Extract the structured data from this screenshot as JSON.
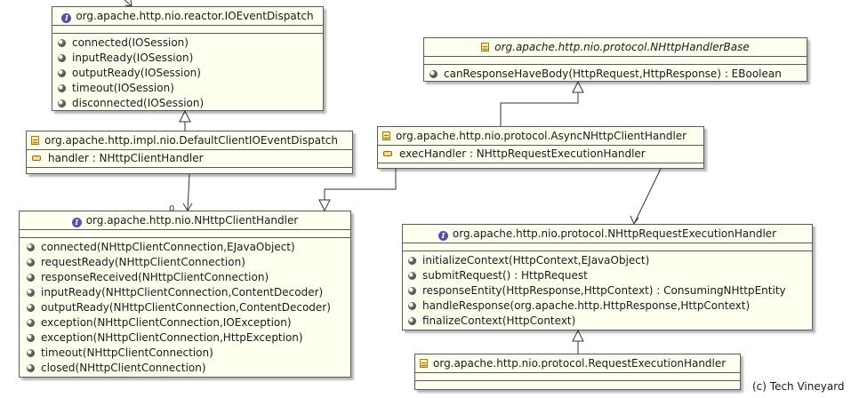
{
  "boxes": {
    "io_event_dispatch": {
      "name": "org.apache.http.nio.reactor.IOEventDispatch",
      "methods": [
        "connected(IOSession)",
        "inputReady(IOSession)",
        "outputReady(IOSession)",
        "timeout(IOSession)",
        "disconnected(IOSession)"
      ]
    },
    "handler_base": {
      "name": "org.apache.http.nio.protocol.NHttpHandlerBase",
      "methods": [
        "canResponseHaveBody(HttpRequest,HttpResponse) : EBoolean"
      ]
    },
    "default_client_dispatch": {
      "name": "org.apache.http.impl.nio.DefaultClientIOEventDispatch",
      "fields": [
        "handler : NHttpClientHandler"
      ]
    },
    "async_client_handler": {
      "name": "org.apache.http.nio.protocol.AsyncNHttpClientHandler",
      "fields": [
        "execHandler : NHttpRequestExecutionHandler"
      ]
    },
    "client_handler": {
      "name": "org.apache.http.nio.NHttpClientHandler",
      "methods": [
        "connected(NHttpClientConnection,EJavaObject)",
        "requestReady(NHttpClientConnection)",
        "responseReceived(NHttpClientConnection)",
        "inputReady(NHttpClientConnection,ContentDecoder)",
        "outputReady(NHttpClientConnection,ContentDecoder)",
        "exception(NHttpClientConnection,IOException)",
        "exception(NHttpClientConnection,HttpException)",
        "timeout(NHttpClientConnection)",
        "closed(NHttpClientConnection)"
      ]
    },
    "request_execution_handler": {
      "name": "org.apache.http.nio.protocol.NHttpRequestExecutionHandler",
      "methods": [
        "initializeContext(HttpContext,EJavaObject)",
        "submitRequest() : HttpRequest",
        "responseEntity(HttpResponse,HttpContext) : ConsumingNHttpEntity",
        "handleResponse(org.apache.http.HttpResponse,HttpContext)",
        "finalizeContext(HttpContext)"
      ]
    },
    "request_execution_handler_impl": {
      "name": "org.apache.http.nio.protocol.RequestExecutionHandler"
    }
  },
  "multiplicity": "0",
  "credit": "(c) Tech Vineyard",
  "colors": {
    "box_fill": "#fffff0",
    "border": "#5a5a5a",
    "line": "#333333"
  },
  "icons": {
    "interface": "interface-icon",
    "class": "class-icon",
    "method": "method-icon",
    "field": "field-icon"
  }
}
